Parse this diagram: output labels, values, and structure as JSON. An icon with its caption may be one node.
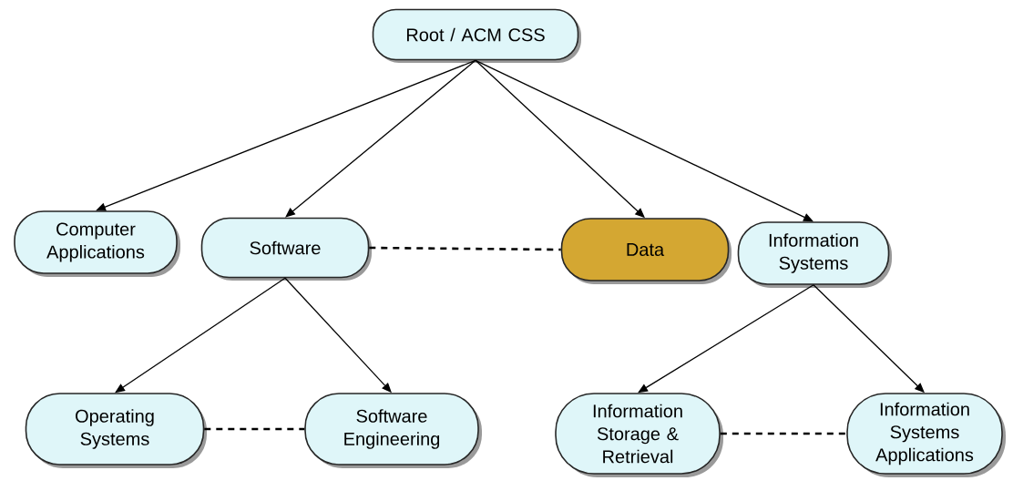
{
  "diagram": {
    "nodes": [
      {
        "text": [
          "Root / ACM CSS"
        ]
      },
      {
        "text": [
          "Computer Applications"
        ]
      },
      {
        "text": [
          "Software"
        ]
      },
      {
        "text": [
          "Data"
        ]
      },
      {
        "text": [
          "Information Systems"
        ]
      },
      {
        "text": [
          "Operating Systems"
        ]
      },
      {
        "text": [
          "Software Engineering"
        ]
      },
      {
        "text": [
          "Information Storage & Retrieval"
        ]
      },
      {
        "text": [
          "Information Systems Applications"
        ]
      }
    ],
    "edges": [
      {
        "from": 0,
        "to": 1,
        "arrow": "to"
      },
      {
        "from": 0,
        "to": 2,
        "arrow": "to"
      },
      {
        "from": 0,
        "to": 3,
        "arrow": "to"
      },
      {
        "from": 0,
        "to": 4,
        "arrow": "to"
      },
      {
        "from": 2,
        "to": 3,
        "arrow": "none",
        "style": "dashed"
      },
      {
        "from": 2,
        "to": 5,
        "arrow": "to"
      },
      {
        "from": 2,
        "to": 6,
        "arrow": "to"
      },
      {
        "from": 4,
        "to": 7,
        "arrow": "to"
      },
      {
        "from": 4,
        "to": 8,
        "arrow": "to"
      },
      {
        "from": 5,
        "to": 6,
        "arrow": "none",
        "style": "dashed"
      },
      {
        "from": 7,
        "to": 8,
        "arrow": "none",
        "style": "dashed"
      }
    ]
  }
}
